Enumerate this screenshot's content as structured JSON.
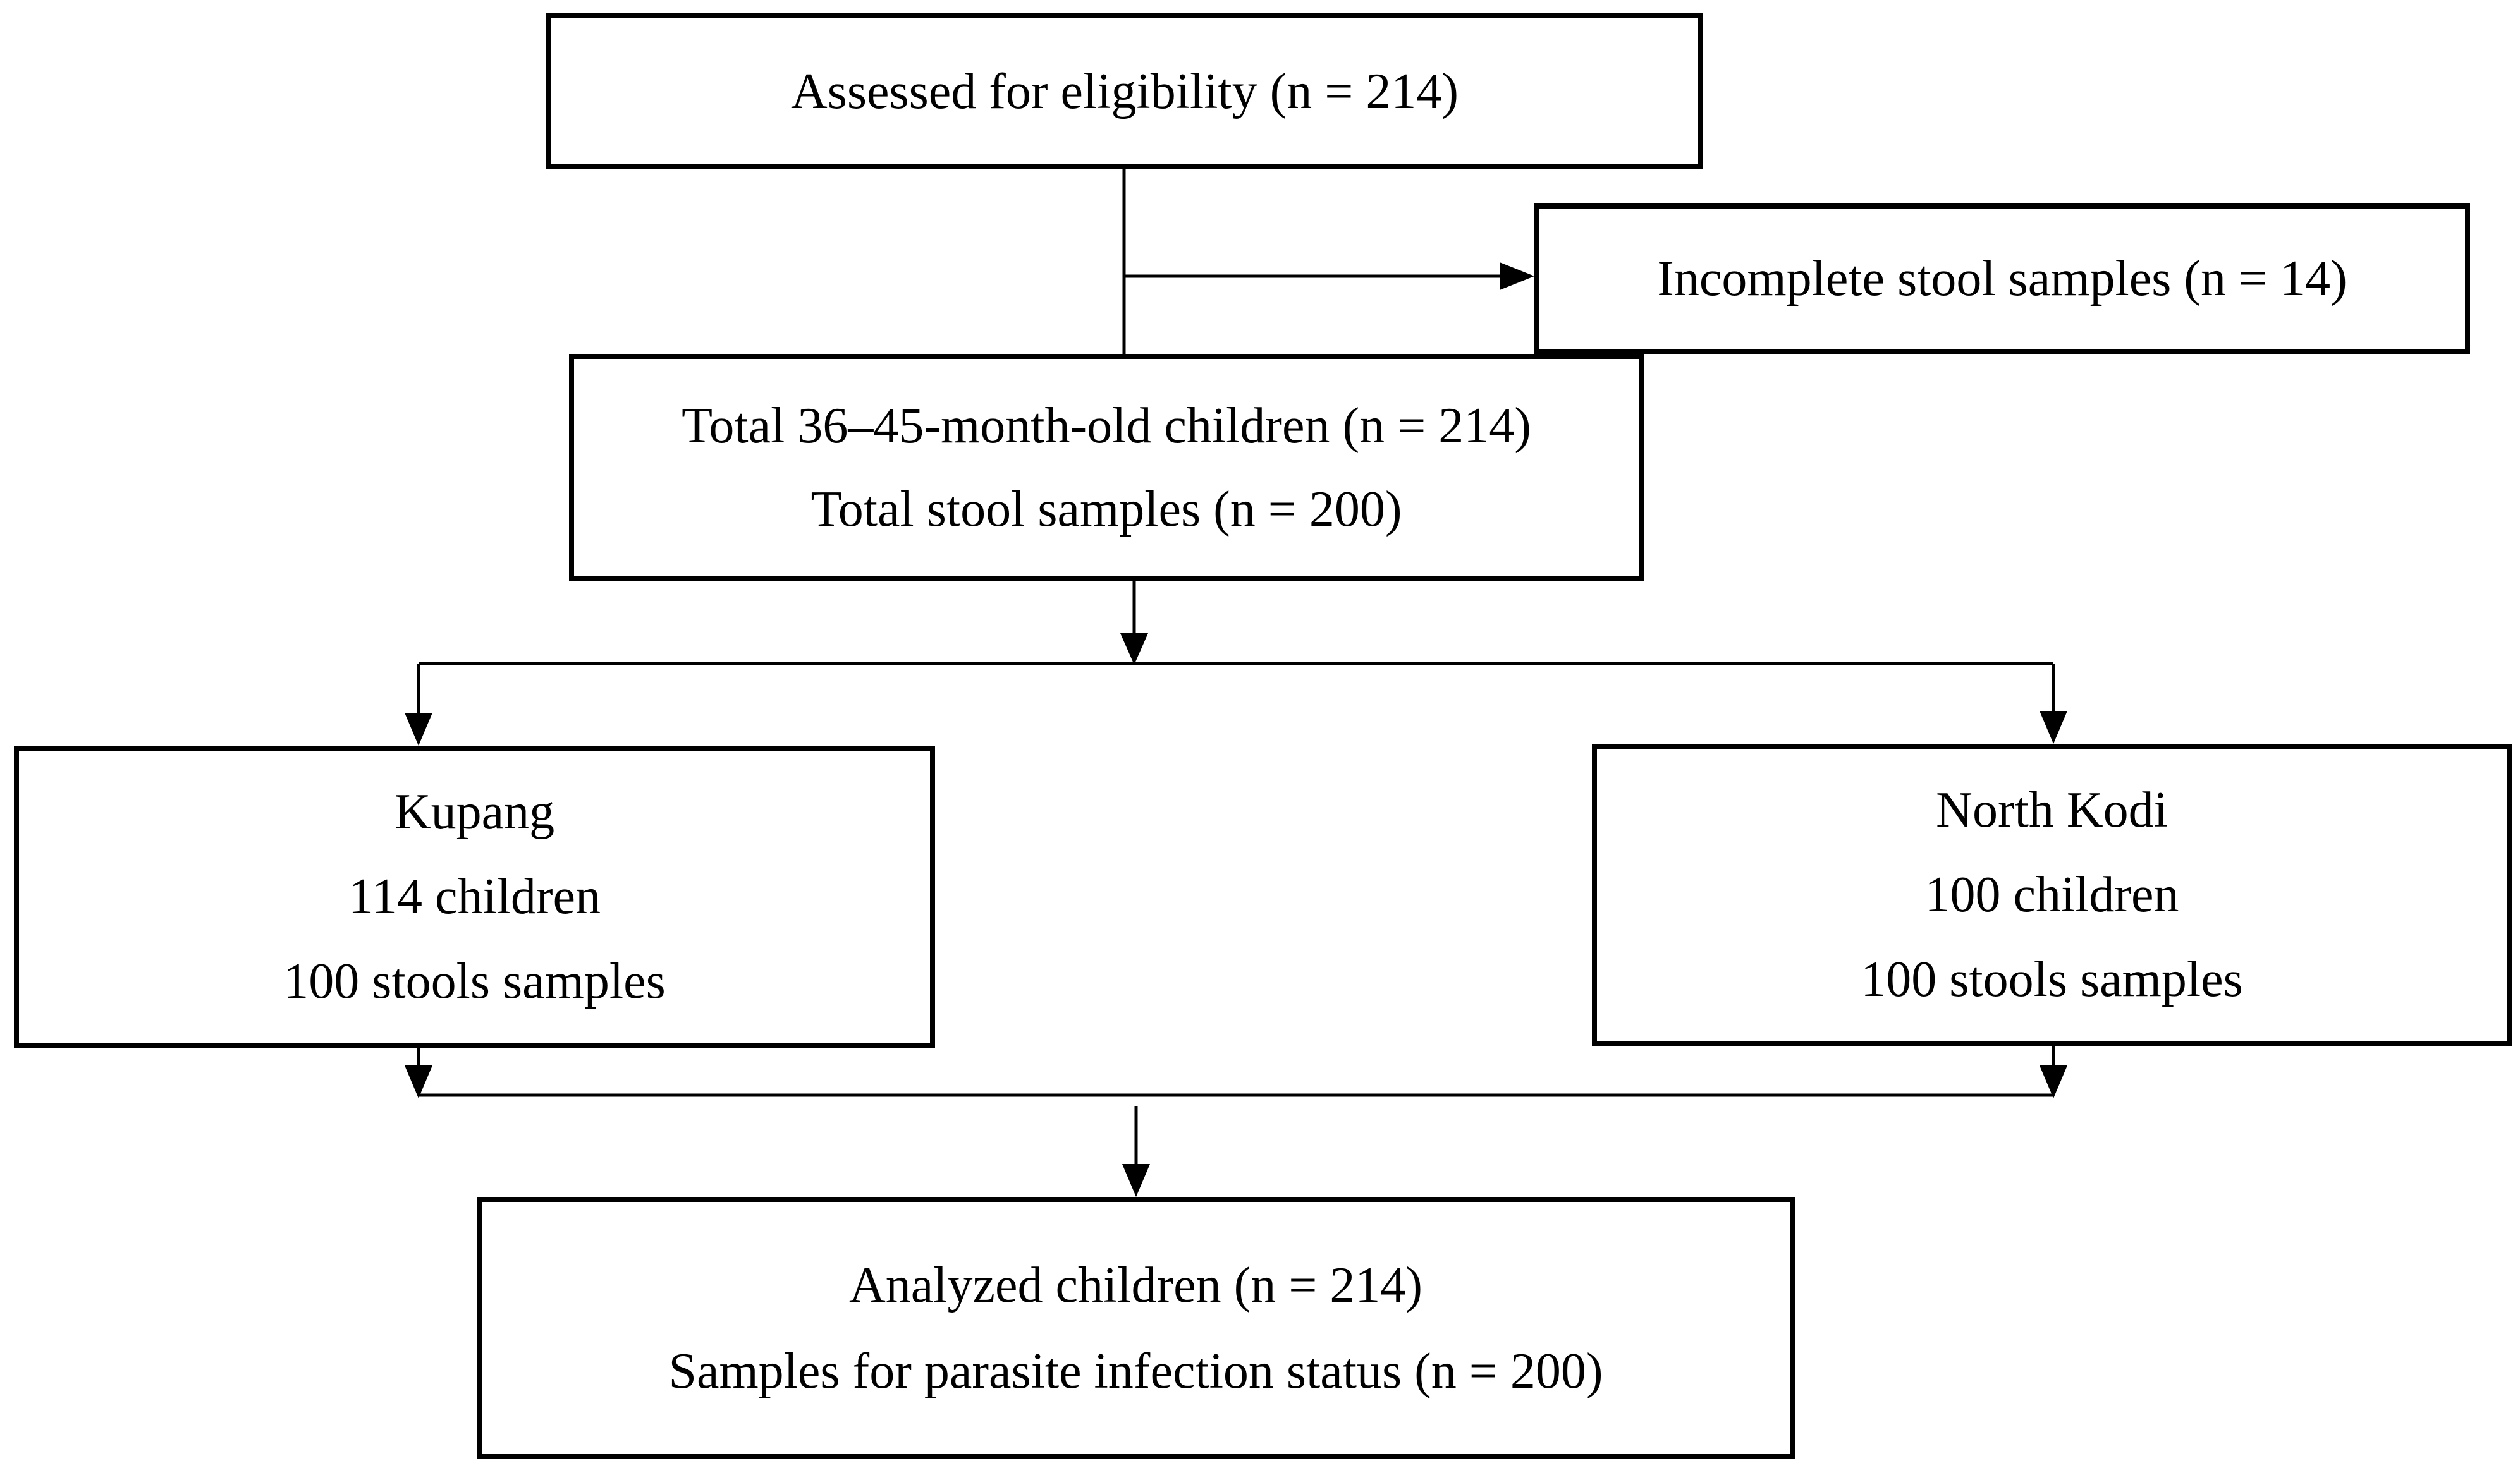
{
  "boxes": {
    "assessed": {
      "line1": "Assessed for eligibility (n = 214)"
    },
    "incomplete": {
      "line1": "Incomplete stool samples (n = 14)"
    },
    "total": {
      "line1": "Total 36–45-month-old children (n = 214)",
      "line2": "Total stool samples (n = 200)"
    },
    "kupang": {
      "line1": "Kupang",
      "line2": "114 children",
      "line3": "100 stools samples"
    },
    "north_kodi": {
      "line1": "North Kodi",
      "line2": "100 children",
      "line3": "100 stools samples"
    },
    "analyzed": {
      "line1": "Analyzed children (n = 214)",
      "line2": "Samples for parasite infection status (n = 200)"
    }
  },
  "colors": {
    "stroke": "#000000",
    "background": "#ffffff"
  }
}
